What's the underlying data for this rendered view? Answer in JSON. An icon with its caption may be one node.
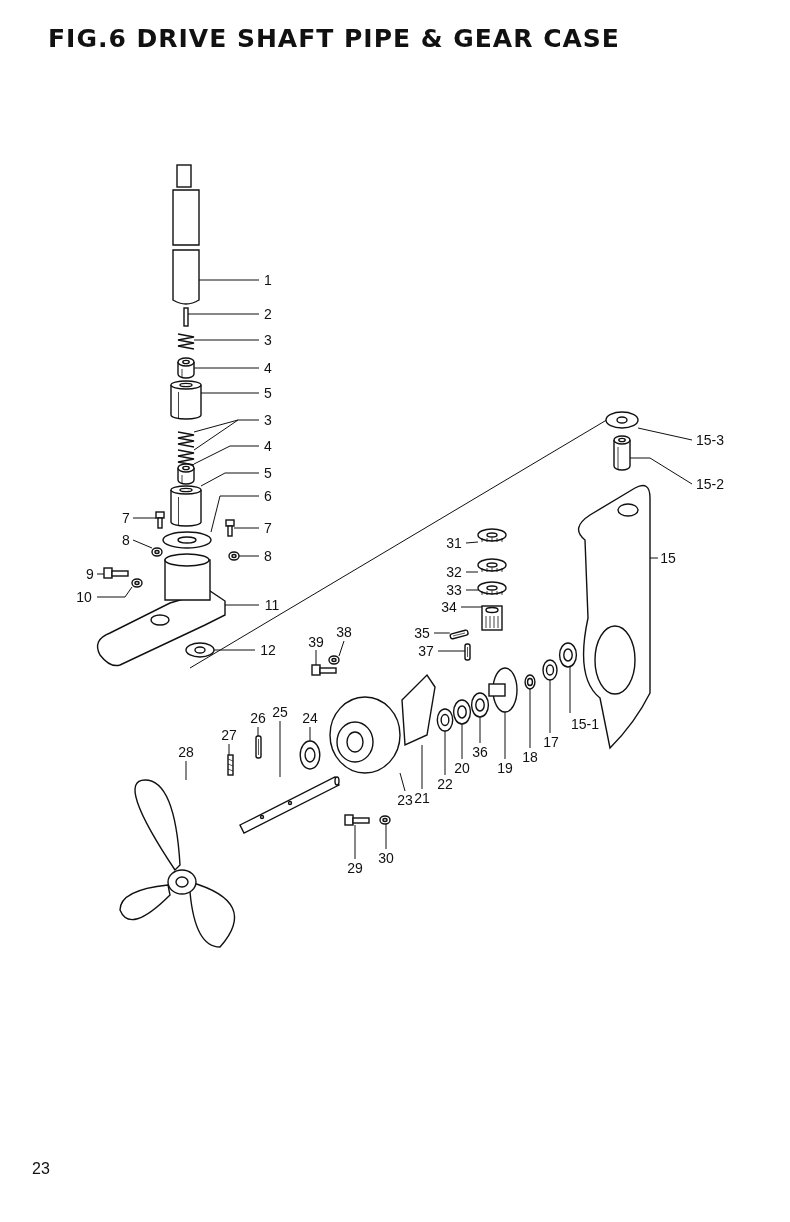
{
  "diagram": {
    "title": "FIG.6 DRIVE SHAFT PIPE & GEAR CASE",
    "nodes": [
      {
        "text": [
          "1"
        ]
      },
      {
        "text": [
          "2"
        ]
      },
      {
        "text": [
          "3"
        ]
      },
      {
        "text": [
          "4"
        ]
      },
      {
        "text": [
          "5"
        ]
      },
      {
        "text": [
          "3"
        ]
      },
      {
        "text": [
          "4"
        ]
      },
      {
        "text": [
          "5"
        ]
      },
      {
        "text": [
          "6"
        ]
      },
      {
        "text": [
          "7"
        ]
      },
      {
        "text": [
          "7"
        ]
      },
      {
        "text": [
          "8"
        ]
      },
      {
        "text": [
          "8"
        ]
      },
      {
        "text": [
          "9"
        ]
      },
      {
        "text": [
          "10"
        ]
      },
      {
        "text": [
          "11"
        ]
      },
      {
        "text": [
          "12"
        ]
      },
      {
        "text": [
          "15-3"
        ]
      },
      {
        "text": [
          "15-2"
        ]
      },
      {
        "text": [
          "15"
        ]
      },
      {
        "text": [
          "31"
        ]
      },
      {
        "text": [
          "32"
        ]
      },
      {
        "text": [
          "33"
        ]
      },
      {
        "text": [
          "34"
        ]
      },
      {
        "text": [
          "39"
        ]
      },
      {
        "text": [
          "38"
        ]
      },
      {
        "text": [
          "35"
        ]
      },
      {
        "text": [
          "37"
        ]
      },
      {
        "text": [
          "24"
        ]
      },
      {
        "text": [
          "25"
        ]
      },
      {
        "text": [
          "26"
        ]
      },
      {
        "text": [
          "27"
        ]
      },
      {
        "text": [
          "28"
        ]
      },
      {
        "text": [
          "15-1"
        ]
      },
      {
        "text": [
          "17"
        ]
      },
      {
        "text": [
          "18"
        ]
      },
      {
        "text": [
          "19"
        ]
      },
      {
        "text": [
          "36"
        ]
      },
      {
        "text": [
          "20"
        ]
      },
      {
        "text": [
          "22"
        ]
      },
      {
        "text": [
          "21"
        ]
      },
      {
        "text": [
          "23"
        ]
      },
      {
        "text": [
          "29"
        ]
      },
      {
        "text": [
          "30"
        ]
      },
      {
        "text": [],
        "shape": "picture"
      },
      {
        "text": [],
        "shape": "picture"
      },
      {
        "text": [],
        "shape": "picture"
      },
      {
        "text": [],
        "shape": "picture"
      },
      {
        "text": [],
        "shape": "picture"
      },
      {
        "text": [],
        "shape": "picture"
      },
      {
        "text": [],
        "shape": "picture"
      },
      {
        "text": [],
        "shape": "picture"
      },
      {
        "text": [],
        "shape": "picture"
      },
      {
        "text": [],
        "shape": "picture"
      },
      {
        "text": [],
        "shape": "picture"
      },
      {
        "text": [],
        "shape": "picture"
      },
      {
        "text": [],
        "shape": "picture"
      },
      {
        "text": [],
        "shape": "picture"
      },
      {
        "text": [],
        "shape": "picture"
      },
      {
        "text": [],
        "shape": "picture"
      },
      {
        "text": [],
        "shape": "picture"
      },
      {
        "text": [],
        "shape": "picture"
      },
      {
        "text": [],
        "shape": "picture"
      },
      {
        "text": [],
        "shape": "picture"
      },
      {
        "text": [],
        "shape": "picture"
      },
      {
        "text": [],
        "shape": "picture"
      },
      {
        "text": [],
        "shape": "picture"
      },
      {
        "text": [],
        "shape": "picture"
      },
      {
        "text": [],
        "shape": "picture"
      },
      {
        "text": [],
        "shape": "picture"
      },
      {
        "text": [],
        "shape": "picture"
      },
      {
        "text": [],
        "shape": "picture"
      },
      {
        "text": [],
        "shape": "picture"
      },
      {
        "text": [],
        "shape": "picture"
      },
      {
        "text": [],
        "shape": "picture"
      },
      {
        "text": [],
        "shape": "picture"
      },
      {
        "text": [],
        "shape": "picture"
      },
      {
        "text": [],
        "shape": "picture"
      },
      {
        "text": [],
        "shape": "picture"
      },
      {
        "text": [],
        "shape": "picture"
      },
      {
        "text": [],
        "shape": "picture"
      },
      {
        "text": [],
        "shape": "picture"
      },
      {
        "text": [],
        "shape": "picture"
      },
      {
        "text": [],
        "shape": "picture"
      },
      {
        "text": [],
        "shape": "picture"
      },
      {
        "text": [],
        "shape": "picture"
      },
      {
        "text": [],
        "shape": "picture"
      },
      {
        "text": [],
        "shape": "picture"
      },
      {
        "text": [],
        "shape": "picture"
      }
    ],
    "edges": [
      {
        "from": 0,
        "to": 44,
        "arrow": "none"
      },
      {
        "from": 1,
        "to": 45,
        "arrow": "none"
      },
      {
        "from": 2,
        "to": 46,
        "arrow": "none"
      },
      {
        "from": 3,
        "to": 47,
        "arrow": "none"
      },
      {
        "from": 4,
        "to": 48,
        "arrow": "none"
      },
      {
        "from": 5,
        "to": 49,
        "arrow": "none"
      },
      {
        "from": 5,
        "to": 50,
        "arrow": "none"
      },
      {
        "from": 6,
        "to": 51,
        "arrow": "none"
      },
      {
        "from": 7,
        "to": 52,
        "arrow": "none"
      },
      {
        "from": 8,
        "to": 53,
        "arrow": "none"
      },
      {
        "from": 9,
        "to": 54,
        "arrow": "none"
      },
      {
        "from": 10,
        "to": 55,
        "arrow": "none"
      },
      {
        "from": 11,
        "to": 56,
        "arrow": "none"
      },
      {
        "from": 12,
        "to": 57,
        "arrow": "none"
      },
      {
        "from": 13,
        "to": 58,
        "arrow": "none"
      },
      {
        "from": 14,
        "to": 59,
        "arrow": "none"
      },
      {
        "from": 15,
        "to": 60,
        "arrow": "none"
      },
      {
        "from": 16,
        "to": 61,
        "arrow": "none"
      },
      {
        "from": 17,
        "to": 62,
        "arrow": "none"
      },
      {
        "from": 18,
        "to": 63,
        "arrow": "none"
      },
      {
        "from": 19,
        "to": 64,
        "arrow": "none"
      },
      {
        "from": 20,
        "to": 65,
        "arrow": "none"
      },
      {
        "from": 21,
        "to": 66,
        "arrow": "none"
      },
      {
        "from": 22,
        "to": 67,
        "arrow": "none"
      },
      {
        "from": 23,
        "to": 68,
        "arrow": "none"
      },
      {
        "from": 24,
        "to": 69,
        "arrow": "none"
      },
      {
        "from": 25,
        "to": 70,
        "arrow": "none"
      },
      {
        "from": 26,
        "to": 71,
        "arrow": "none"
      },
      {
        "from": 27,
        "to": 72,
        "arrow": "none"
      },
      {
        "from": 28,
        "to": 73,
        "arrow": "none"
      },
      {
        "from": 29,
        "to": 74,
        "arrow": "none"
      },
      {
        "from": 30,
        "to": 75,
        "arrow": "none"
      },
      {
        "from": 31,
        "to": 76,
        "arrow": "none"
      },
      {
        "from": 32,
        "to": 77,
        "arrow": "none"
      },
      {
        "from": 33,
        "to": 78,
        "arrow": "none"
      },
      {
        "from": 34,
        "to": 79,
        "arrow": "none"
      },
      {
        "from": 35,
        "to": 80,
        "arrow": "none"
      },
      {
        "from": 36,
        "to": 81,
        "arrow": "none"
      },
      {
        "from": 37,
        "to": 82,
        "arrow": "none"
      },
      {
        "from": 38,
        "to": 83,
        "arrow": "none"
      },
      {
        "from": 39,
        "to": 84,
        "arrow": "none"
      },
      {
        "from": 40,
        "to": 85,
        "arrow": "none"
      },
      {
        "from": 41,
        "to": 86,
        "arrow": "none"
      },
      {
        "from": 42,
        "to": 87,
        "arrow": "none"
      },
      {
        "from": 43,
        "to": 88,
        "arrow": "none"
      }
    ],
    "labels": [
      "23"
    ]
  }
}
